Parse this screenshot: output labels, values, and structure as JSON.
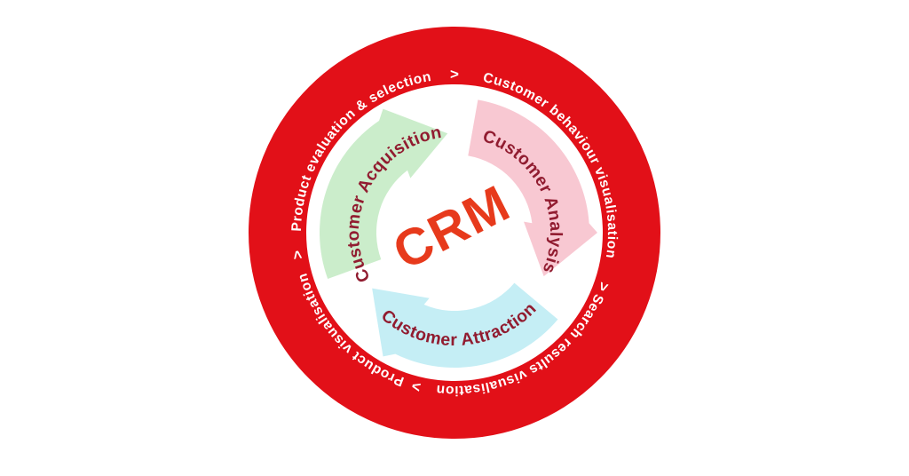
{
  "diagram": {
    "center_title": "CRM",
    "separator": ">",
    "ring": {
      "color": "#e21018",
      "text_color": "#ffffff",
      "labels": [
        "Product evaluation & selection",
        "Customer behaviour visualisation",
        "Search results visualisation",
        "Product visualisation"
      ]
    },
    "cycle": [
      {
        "label": "Customer Acquisition",
        "color": "#cbedcb"
      },
      {
        "label": "Customer Analysis",
        "color": "#f8c8d2"
      },
      {
        "label": "Customer Attraction",
        "color": "#c5eef5"
      }
    ],
    "title_color": "#e73a1c",
    "cycle_label_color": "#911c30"
  }
}
